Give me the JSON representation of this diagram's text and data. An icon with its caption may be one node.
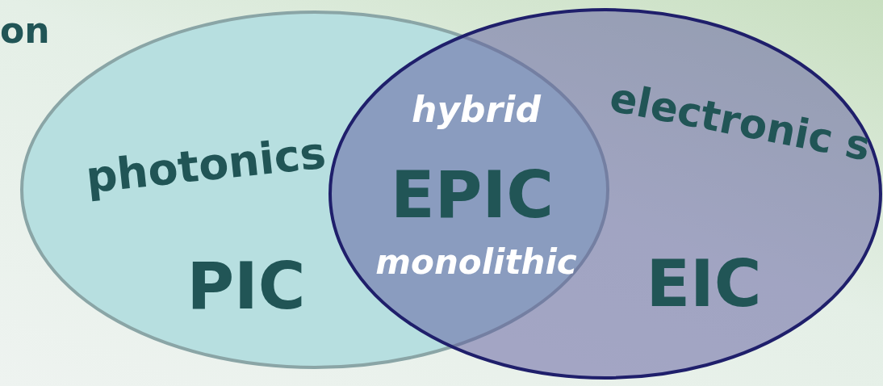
{
  "diagram": {
    "nodes": [
      {
        "text": [
          "photonics",
          "PIC"
        ]
      },
      {
        "text": [
          "electronic s",
          "EIC"
        ]
      }
    ],
    "edges": [],
    "labels": [
      "on",
      "hybrid",
      "EPIC",
      "monolithic"
    ]
  }
}
